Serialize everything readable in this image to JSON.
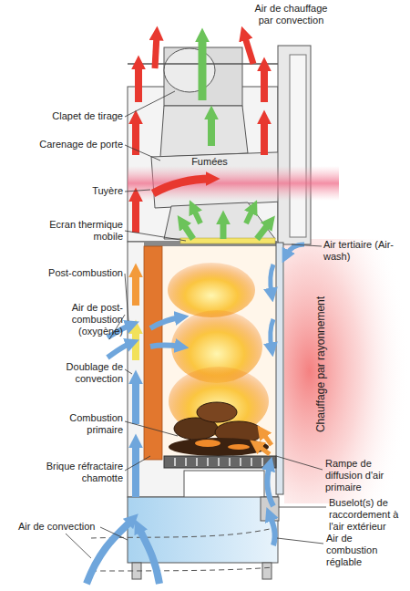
{
  "diagram": {
    "labels": [
      "Air de chauffage par convection",
      "Clapet de tirage",
      "Carenage de porte",
      "Fumées",
      "Tuyère",
      "Ecran thermique mobile",
      "Air tertiaire (Air-wash)",
      "Post-combustion",
      "Air de post-combustion (oxygène)",
      "Doublage de convection",
      "Chauffage par rayonnement",
      "Combustion primaire",
      "Brique réfractaire chamotte",
      "Rampe de diffusion d'air primaire",
      "Buselot(s) de raccordement à l'air extérieur",
      "Air de convection",
      "Air de combustion réglable"
    ]
  }
}
